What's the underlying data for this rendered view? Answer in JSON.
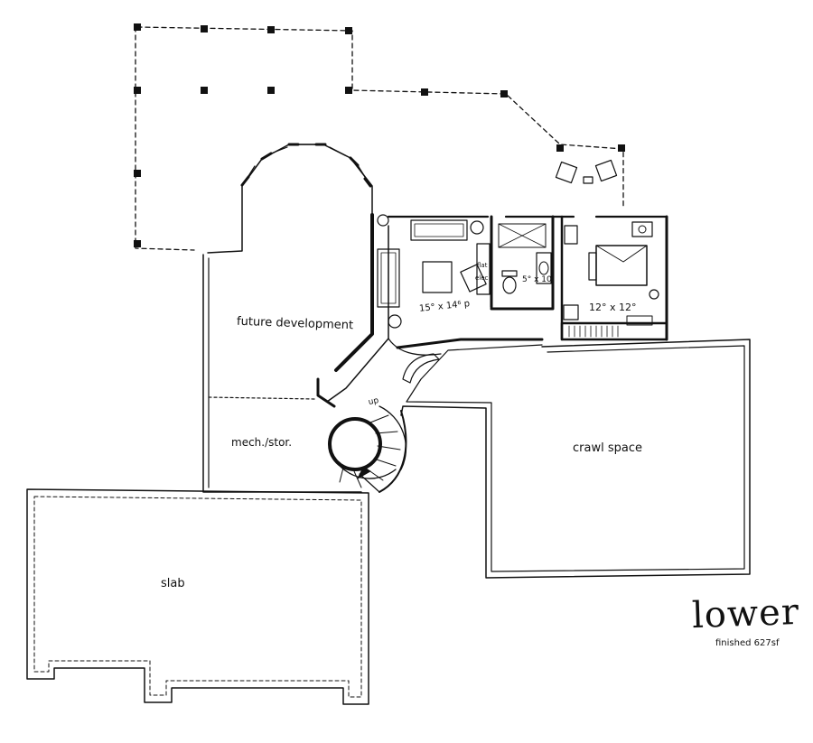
{
  "labels": {
    "future_development": "future development",
    "mech_stor": "mech./stor.",
    "crawl_space": "crawl space",
    "slab": "slab",
    "stair_up": "up",
    "family_room_size": "15° x 14⁶ p",
    "bath_size": "5° x 10",
    "bedroom_size": "12° x 12°",
    "flat_screen": "flat",
    "elec": "elec",
    "title": "lower",
    "finished_area": "finished 627sf"
  },
  "colors": {
    "ink": "#111111",
    "paper": "#ffffff"
  }
}
